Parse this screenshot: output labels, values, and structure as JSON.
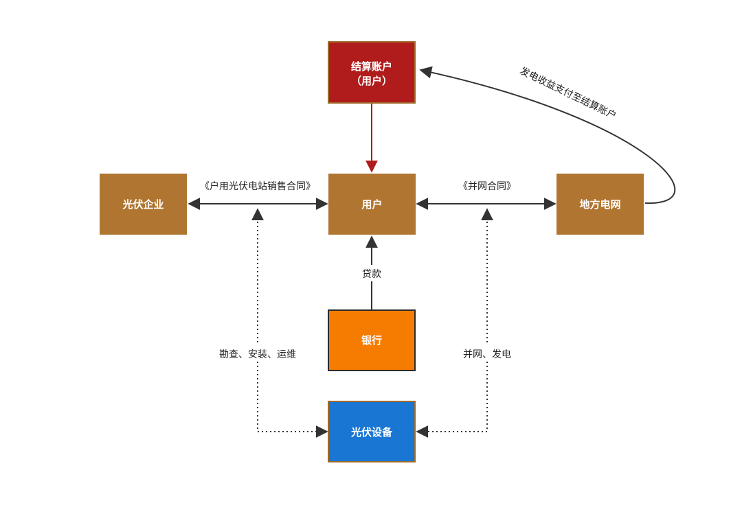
{
  "nodes": {
    "settlement_account": {
      "line1": "结算账户",
      "line2": "（用户）",
      "fill": "#b01c1c",
      "stroke": "#a06a2a"
    },
    "pv_company": {
      "label": "光伏企业",
      "fill": "#b07530"
    },
    "user": {
      "label": "用户",
      "fill": "#b07530"
    },
    "local_grid": {
      "label": "地方电网",
      "fill": "#b07530"
    },
    "bank": {
      "label": "银行",
      "fill": "#f57c00",
      "stroke": "#2b2b2b"
    },
    "pv_equipment": {
      "label": "光伏设备",
      "fill": "#1976d2",
      "stroke": "#a06a2a"
    }
  },
  "edges": {
    "sales_contract": "《户用光伏电站销售合同》",
    "grid_contract": "《并网合同》",
    "loan": "贷款",
    "payment": "发电收益支付至结算账户",
    "survey_install": "勘查、安装、运维",
    "grid_generate": "并网、发电"
  },
  "colors": {
    "settlement_arrow": "#b01c1c",
    "edge": "#333333"
  }
}
